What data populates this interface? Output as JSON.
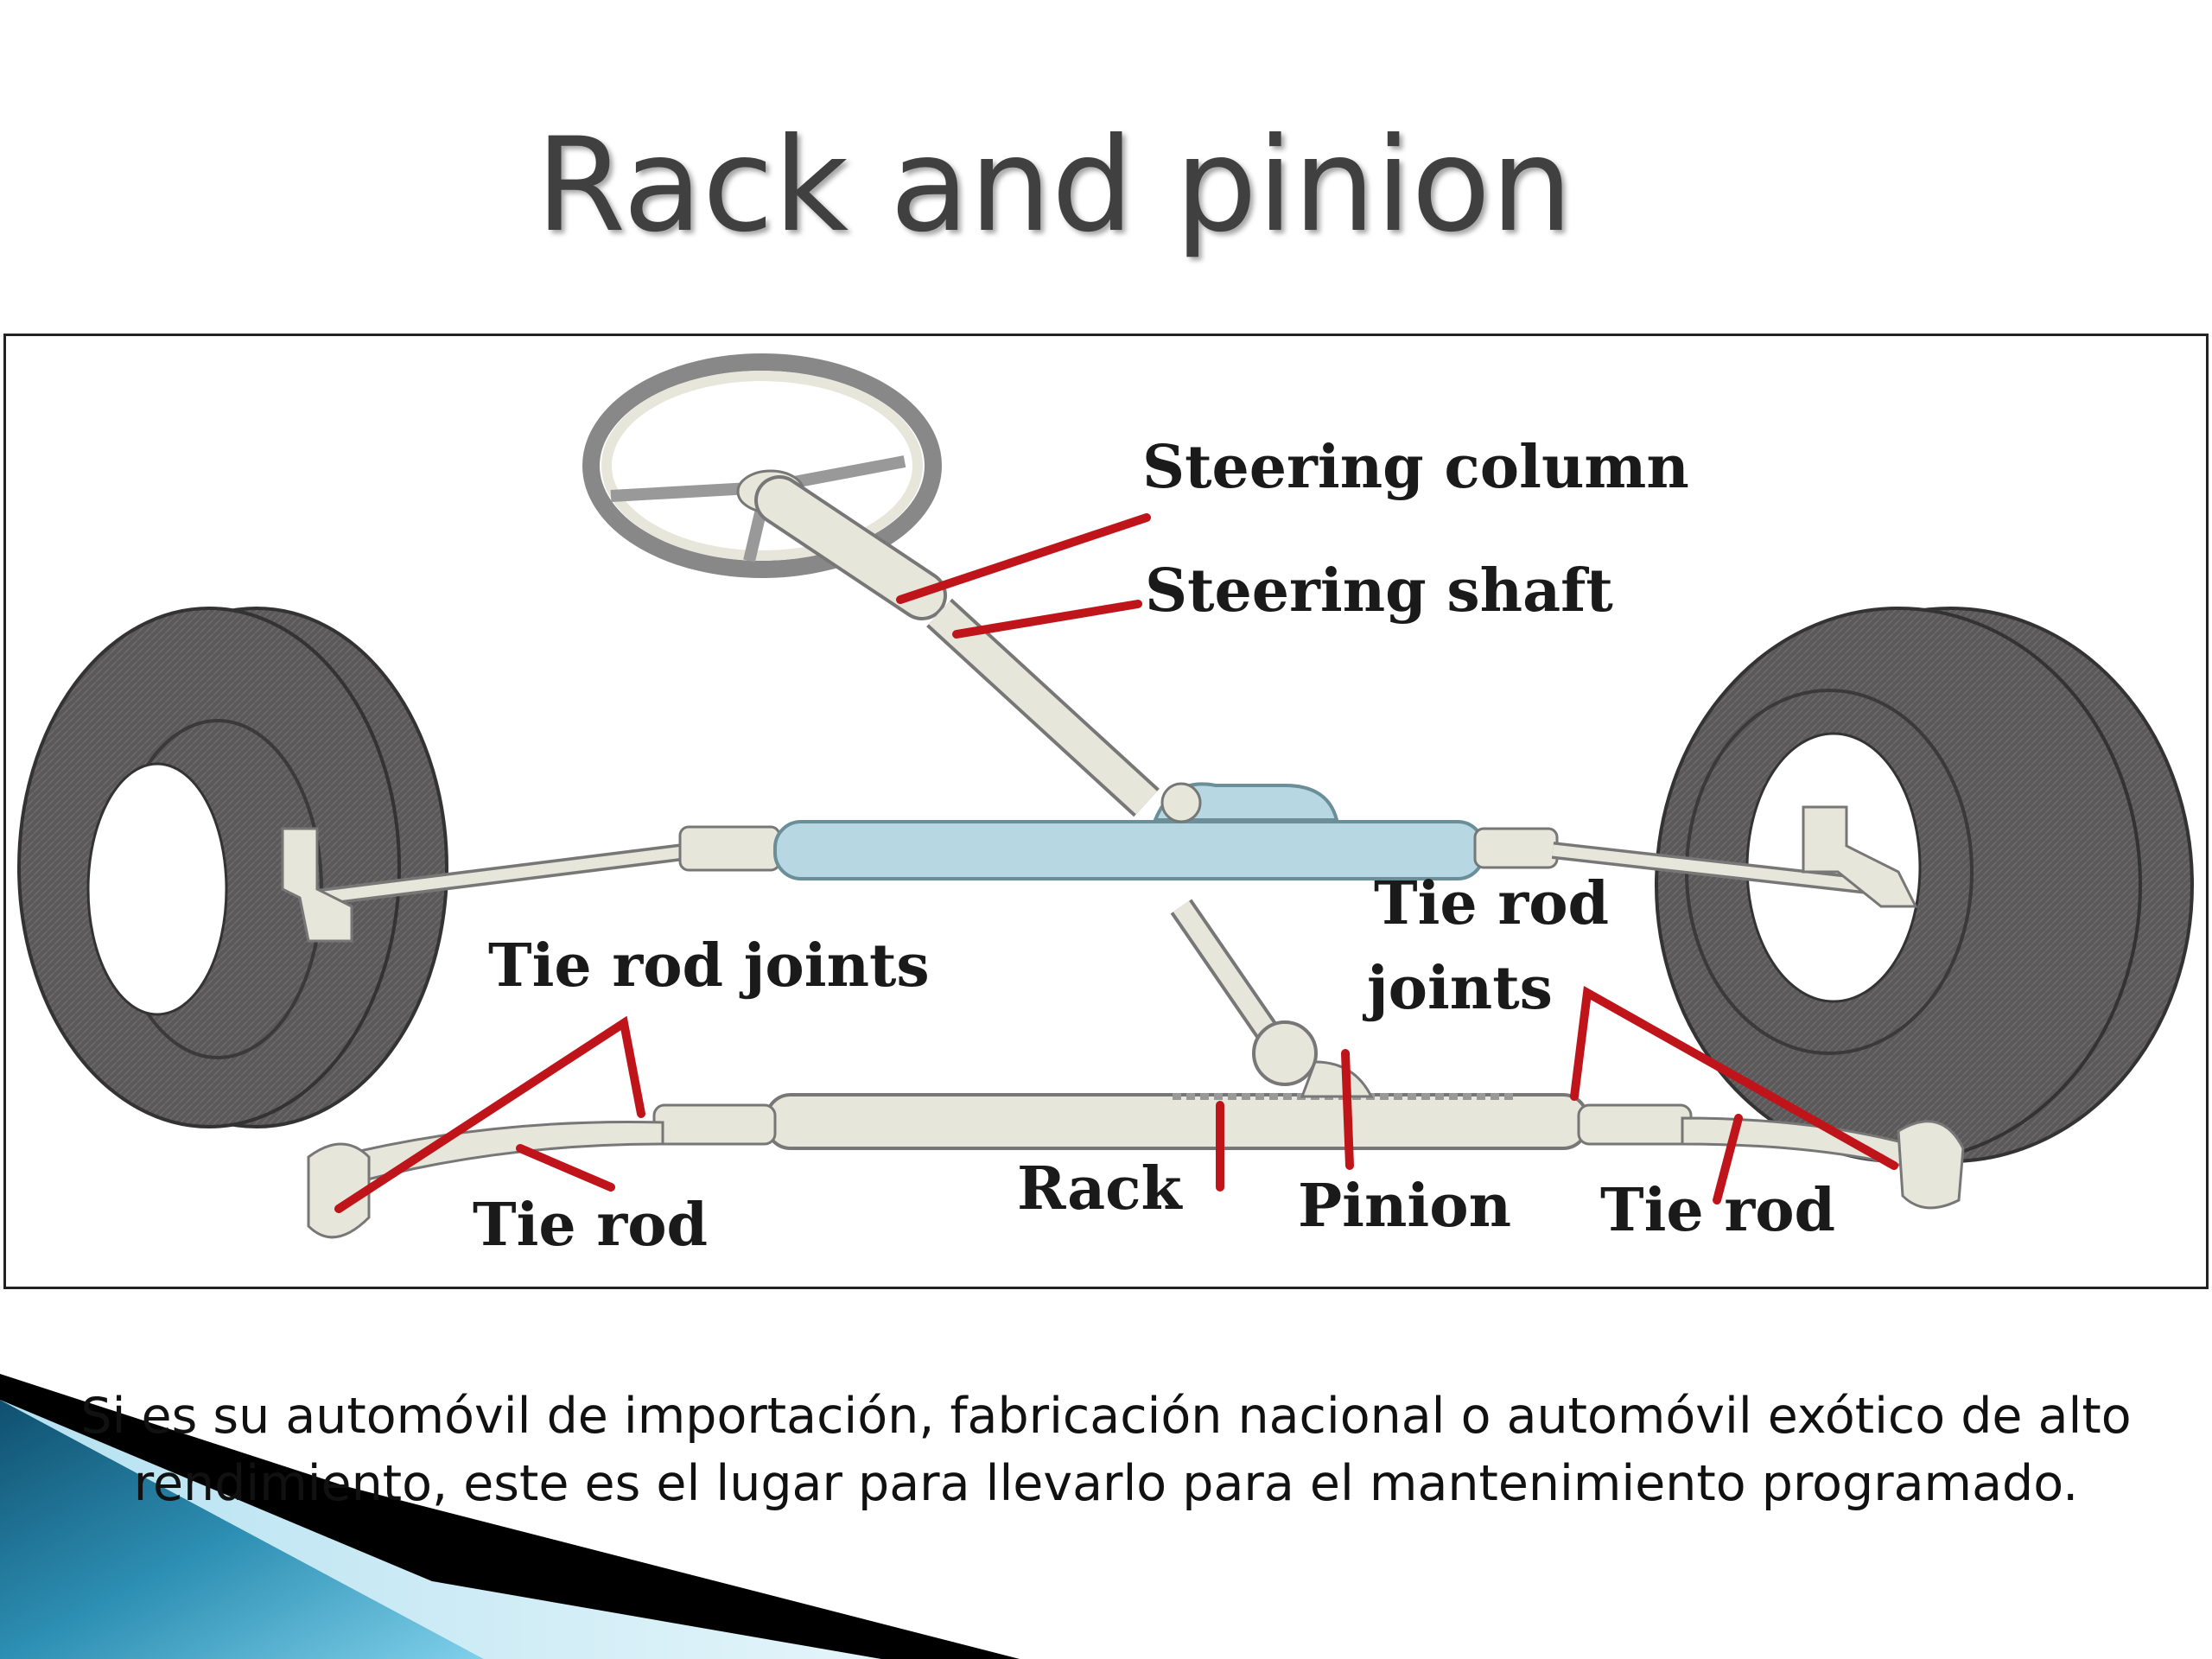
{
  "slide": {
    "title": "Rack and pinion",
    "caption": "Si es su automóvil de importación, fabricación nacional o automóvil exótico de alto rendimiento, este es el lugar para llevarlo para el mantenimiento programado."
  },
  "diagram": {
    "labels": {
      "steering_column": "Steering column",
      "steering_shaft": "Steering shaft",
      "tie_rod_joints_left": "Tie rod joints",
      "tie_rod_joints_right_1": "Tie rod",
      "tie_rod_joints_right_2": "joints",
      "tie_rod_left": "Tie rod",
      "rack": "Rack",
      "pinion": "Pinion",
      "tie_rod_right": "Tie rod"
    },
    "colors": {
      "leader_lines": "#c0141b",
      "tire": "#5a5858",
      "rack_housing": "#b7d7e2",
      "parts": "#e6e6da"
    }
  }
}
